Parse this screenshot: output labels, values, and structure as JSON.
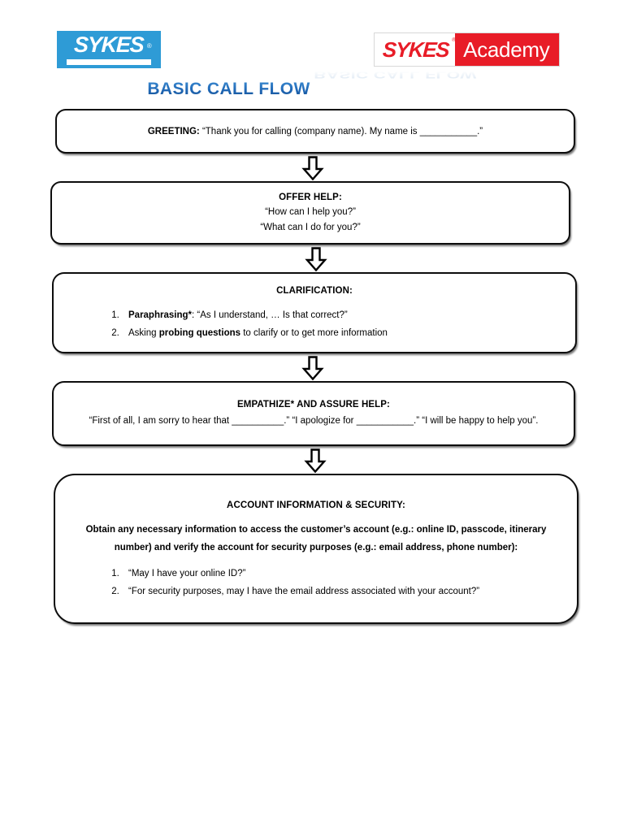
{
  "header": {
    "sykes_logo": {
      "word": "SYKES",
      "registered_mark": "®",
      "bg_color": "#2e9bd6",
      "text_color": "#ffffff",
      "icon_name": "sykes-logo"
    },
    "academy_logo": {
      "word_left": "SYKES",
      "registered_mark": "®",
      "word_right": "Academy",
      "left_bg_color": "#ffffff",
      "left_text_color": "#e81c27",
      "right_bg_color": "#e81c27",
      "right_text_color": "#ffffff",
      "icon_name": "sykes-academy-logo"
    }
  },
  "title": {
    "text": "BASIC CALL FLOW",
    "color": "#1f6dbd",
    "reflection_color": "#b9cfe6"
  },
  "flow": {
    "arrow_icon": "down-block-arrow-icon",
    "nodes": [
      {
        "id": "greeting",
        "label_bold": "GREETING:",
        "label_rest": " “Thank you for calling (company name). My name is ___________.”"
      },
      {
        "id": "offer-help",
        "title": "OFFER HELP:",
        "line1": "“How can I help you?”",
        "line2": "“What can I do for you?”"
      },
      {
        "id": "clarification",
        "title": "CLARIFICATION:",
        "item1_bold": "Paraphrasing*",
        "item1_rest": ": “As I understand, … Is that correct?”",
        "item2_pre": "Asking ",
        "item2_bold": "probing questions",
        "item2_rest": " to clarify or to get more information"
      },
      {
        "id": "empathize",
        "title": "EMPATHIZE* AND ASSURE HELP:",
        "body": "“First of all, I am sorry to hear that __________.” “I apologize for ___________.” “I will be happy to help you”."
      },
      {
        "id": "account-info-security",
        "title": "ACCOUNT INFORMATION & SECURITY:",
        "body": "Obtain any necessary information to access the customer’s account (e.g.: online ID, passcode, itinerary number) and verify the account for security purposes (e.g.: email address, phone number):",
        "item1": "“May I have your online ID?”",
        "item2": "“For security purposes, may I have the email address associated with your account?”"
      }
    ]
  }
}
